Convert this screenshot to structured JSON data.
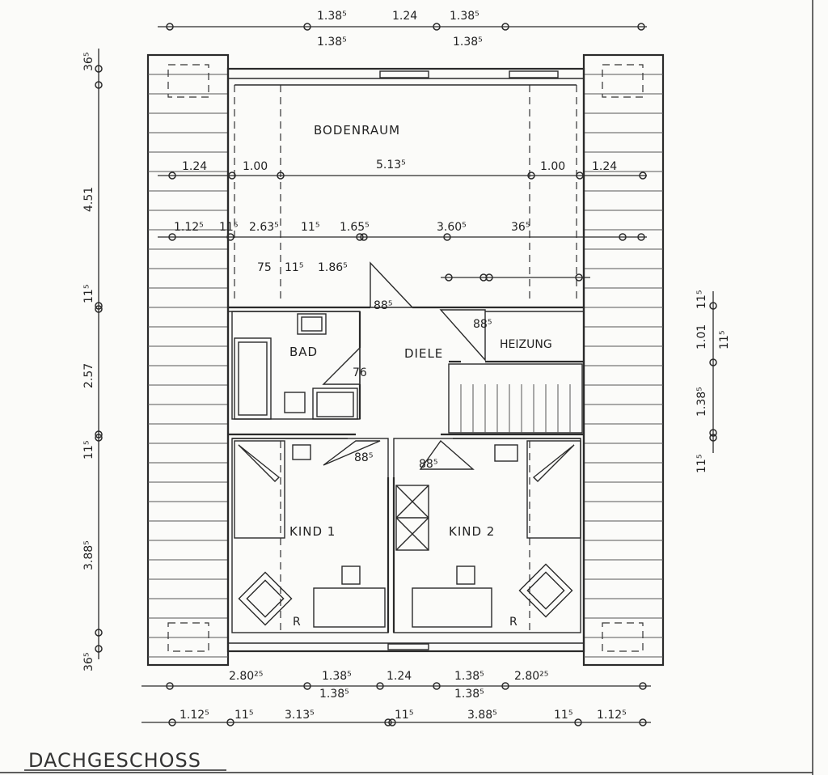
{
  "title": "DACHGESCHOSS",
  "rooms": {
    "bodenraum": "BODENRAUM",
    "bad": "BAD",
    "diele": "DIELE",
    "heizung": "HEIZUNG",
    "kind1": "KIND 1",
    "kind2": "KIND 2"
  },
  "door_labels": [
    "88⁵",
    "88⁵",
    "88⁵",
    "88⁵",
    "76"
  ],
  "radiator_marks": [
    "R",
    "R"
  ],
  "dims_top": {
    "row1": [
      "1.38⁵",
      "1.24",
      "1.38⁵"
    ],
    "row2": [
      "1.38⁵",
      "1.38⁵"
    ]
  },
  "dims_inner1": [
    "1.24",
    "1.00",
    "5.13⁵",
    "1.00",
    "1.24"
  ],
  "dims_inner2": [
    "1.12⁵",
    "11⁵",
    "2.63⁵",
    "11⁵",
    "1.65⁵",
    "3.60⁵",
    "36⁵"
  ],
  "dims_inner3": [
    "75",
    "11⁵",
    "1.86⁵"
  ],
  "dims_left": [
    "36⁵",
    "4.51",
    "11⁵",
    "2.57",
    "11⁵",
    "3.88⁵",
    "36⁵"
  ],
  "dims_right": [
    "11⁵",
    "1.01",
    "11⁵",
    "1.38⁵",
    "11⁵"
  ],
  "dims_bottom1": [
    "2.80²⁵",
    "1.38⁵",
    "1.24",
    "1.38⁵",
    "2.80²⁵"
  ],
  "dims_bottom1b": [
    "1.38⁵",
    "1.38⁵"
  ],
  "dims_bottom2": [
    "1.12⁵",
    "11⁵",
    "3.13⁵",
    "11⁵",
    "3.88⁵",
    "11⁵",
    "1.12⁵"
  ]
}
